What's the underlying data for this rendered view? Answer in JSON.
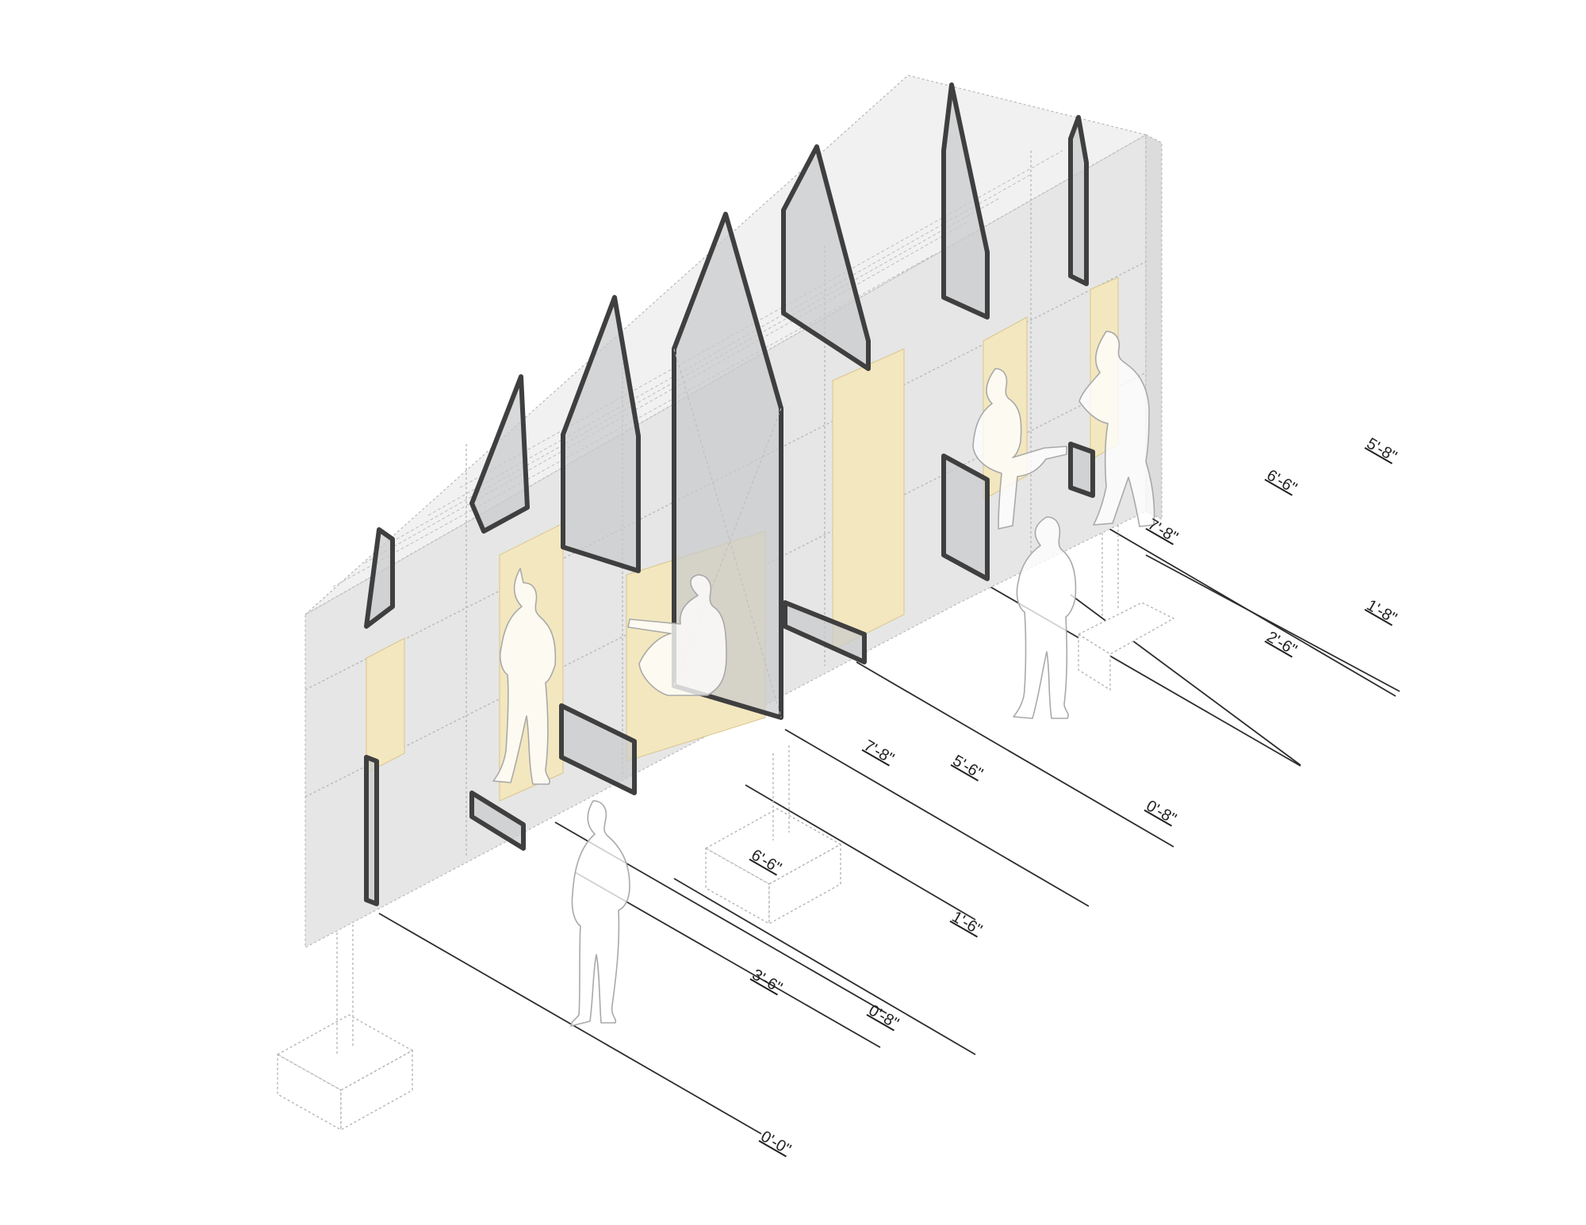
{
  "dimension_labels": [
    {
      "text": "0'-0\""
    },
    {
      "text": "3'-6\""
    },
    {
      "text": "0'-8\""
    },
    {
      "text": "6'-6\""
    },
    {
      "text": "1'-6\""
    },
    {
      "text": "7'-8\""
    },
    {
      "text": "5'-6\""
    },
    {
      "text": "0'-8\""
    },
    {
      "text": "2'-6\""
    },
    {
      "text": "6'-6\""
    },
    {
      "text": "7'-8\""
    },
    {
      "text": "1'-8\""
    },
    {
      "text": "5'-8\""
    }
  ],
  "colors": {
    "wall": "#e4e4e4",
    "wall_light": "#ededed",
    "plywood": "#f3e7bf",
    "window_frame": "#3f3f3f",
    "glazing": "#c9cacc",
    "dimension_line": "#2c2c2c"
  }
}
